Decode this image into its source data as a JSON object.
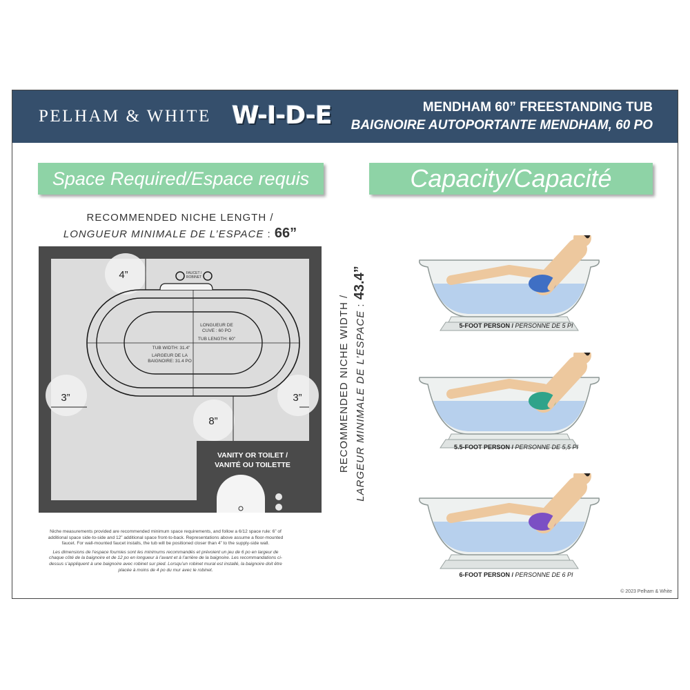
{
  "header": {
    "brand": "PELHAM & WHITE",
    "logo_wordmark": "W-I-D-E",
    "product_en": "MENDHAM 60” FREESTANDING TUB",
    "product_fr": "BAIGNOIRE AUTOPORTANTE MENDHAM, 60 PO"
  },
  "space": {
    "banner": "Space Required/Espace requis",
    "niche_length_en": "RECOMMENDED NICHE LENGTH /",
    "niche_length_fr": "LONGUEUR MINIMALE DE L’ESPACE",
    "niche_length_value": "66”",
    "niche_width_en": "RECOMMENDED NICHE WIDTH /",
    "niche_width_fr": "LARGEUR MINIMALE DE L’ESPACE",
    "niche_width_value": "43.4”",
    "clearance_back": "4”",
    "clearance_left": "3”",
    "clearance_right": "3”",
    "clearance_front": "8”",
    "faucet_label_1": "FAUCET /",
    "faucet_label_2": "ROBINET",
    "tub_length_fr_1": "LONGUEUR DE",
    "tub_length_fr_2": "CUVE : 60 PO",
    "tub_length_en": "TUB LENGTH: 60”",
    "tub_width_en": "TUB WIDTH: 31.4”",
    "tub_width_fr_1": "LARGEUR DE LA",
    "tub_width_fr_2": "BAIGNOIRE: 31.4 PO",
    "vanity_en": "VANITY OR TOILET /",
    "vanity_fr": "VANITÉ OU TOILETTE",
    "note_en": "Niche measurements provided are recommended minimum space requirements, and follow a 6/12 space rule: 6” of additional space side-to-side and 12” additional space front-to-back. Representations above assume a floor-mounted faucet. For wall-mounted faucet installs, the tub will be positioned closer than 4” to the supply-side wall.",
    "note_fr": "Les dimensions de l’espace fournies sont les minimums recommandés et prévoient un jeu de 6 po en largeur de chaque côté de la baignoire et de 12 po en longueur à l’avant et à l’arrière de la baignoire. Les recommandations ci-dessus s’appliquent à une baignoire avec robinet sur pied. Lorsqu’un robinet mural est installé, la baignoire doit être placée à moins de 4 po du mur avec le robinet."
  },
  "capacity": {
    "banner": "Capacity/Capacité",
    "people": [
      {
        "label_en": "5-FOOT PERSON / ",
        "label_fr": "PERSONNE DE 5 PI",
        "shorts_color": "#3f6fc4"
      },
      {
        "label_en": "5.5-FOOT PERSON / ",
        "label_fr": "PERSONNE DE 5,5 PI",
        "shorts_color": "#2fa38a"
      },
      {
        "label_en": "6-FOOT PERSON / ",
        "label_fr": "PERSONNE DE 6 PI",
        "shorts_color": "#7b4fc4"
      }
    ]
  },
  "footer": {
    "copyright": "© 2023 Pelham & White"
  },
  "colors": {
    "header_bg": "#354f6c",
    "banner_green": "#8ed3a6",
    "wall": "#4a4a4a",
    "floor": "#dcdcdc",
    "water": "#a9c8ec",
    "skin": "#edc89e"
  }
}
